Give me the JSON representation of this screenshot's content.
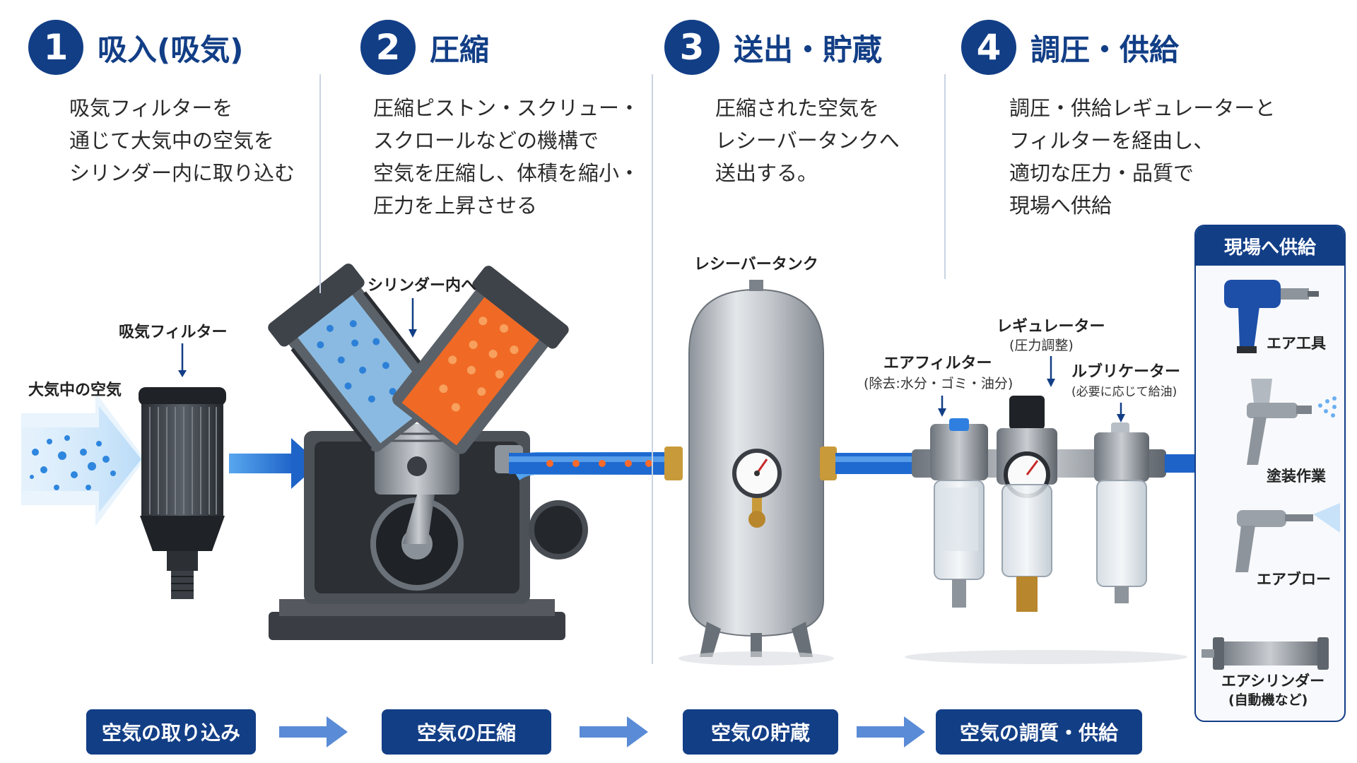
{
  "steps": [
    {
      "num": "1",
      "title": "吸入(吸気)",
      "lines": [
        "吸気フィルターを",
        "通じて大気中の空気を",
        "シリンダー内に取り込む"
      ]
    },
    {
      "num": "2",
      "title": "圧縮",
      "lines": [
        "圧縮ピストン・スクリュー・",
        "スクロールなどの機構で",
        "空気を圧縮し、体積を縮小・",
        "圧力を上昇させる"
      ]
    },
    {
      "num": "3",
      "title": "送出・貯蔵",
      "lines": [
        "圧縮された空気を",
        "レシーバータンクへ",
        "送出する。"
      ]
    },
    {
      "num": "4",
      "title": "調圧・供給",
      "lines": [
        "調圧・供給レギュレーターと",
        "フィルターを経由し、",
        "適切な圧力・品質で",
        "現場へ供給"
      ]
    }
  ],
  "labels": {
    "atmosphere": "大気中の空気",
    "intake_filter": "吸気フィルター",
    "into_cylinder": "シリンダー内へ",
    "receiver_tank": "レシーバータンク",
    "regulator": "レギュレーター",
    "regulator_sub": "(圧力調整)",
    "air_filter": "エアフィルター",
    "air_filter_sub": "(除去:水分・ゴミ・油分)",
    "lubricator": "ルブリケーター",
    "lubricator_sub": "(必要に応じて給油)"
  },
  "supply": {
    "title": "現場へ供給",
    "tools": [
      {
        "label": "エア工具",
        "icon": "impact-wrench-icon"
      },
      {
        "label": "塗装作業",
        "icon": "spray-gun-icon"
      },
      {
        "label": "エアブロー",
        "icon": "air-blow-gun-icon"
      },
      {
        "label": "エアシリンダー",
        "sub": "(自動機など)",
        "icon": "air-cylinder-icon"
      }
    ]
  },
  "flow": [
    "空気の取り込み",
    "空気の圧縮",
    "空気の貯蔵",
    "空気の調質・供給"
  ],
  "colors": {
    "accent": "#123e86",
    "air_blue": "#2f7fe0",
    "hot_orange": "#ee5a1e"
  }
}
